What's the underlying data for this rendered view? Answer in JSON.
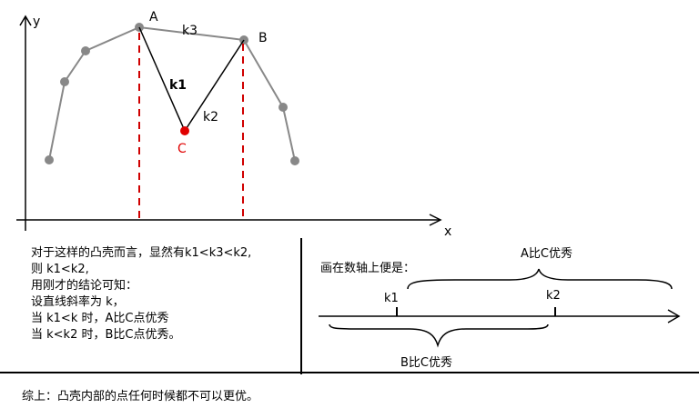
{
  "graph": {
    "axis_x": "x",
    "axis_y": "y",
    "point_a": "A",
    "point_b": "B",
    "point_c": "C",
    "slope_k1": "k1",
    "slope_k2": "k2",
    "slope_k3": "k3"
  },
  "left_panel": {
    "lines": [
      "对于这样的凸壳而言，显然有k1<k3<k2,",
      "则 k1<k2,",
      "用刚才的结论可知：",
      "设直线斜率为 k，",
      "当 k1<k 时，A比C点优秀",
      "当 k<k2 时，B比C点优秀。"
    ]
  },
  "right_panel": {
    "title": "画在数轴上便是：",
    "upper_label": "A比C优秀",
    "k1_label": "k1",
    "k2_label": "k2",
    "lower_label": "B比C优秀"
  },
  "conclusion": "综上：凸壳内部的点任何时候都不可以更优。",
  "colors": {
    "curve": "#888888",
    "highlight": "#e00000",
    "line": "#000000"
  }
}
